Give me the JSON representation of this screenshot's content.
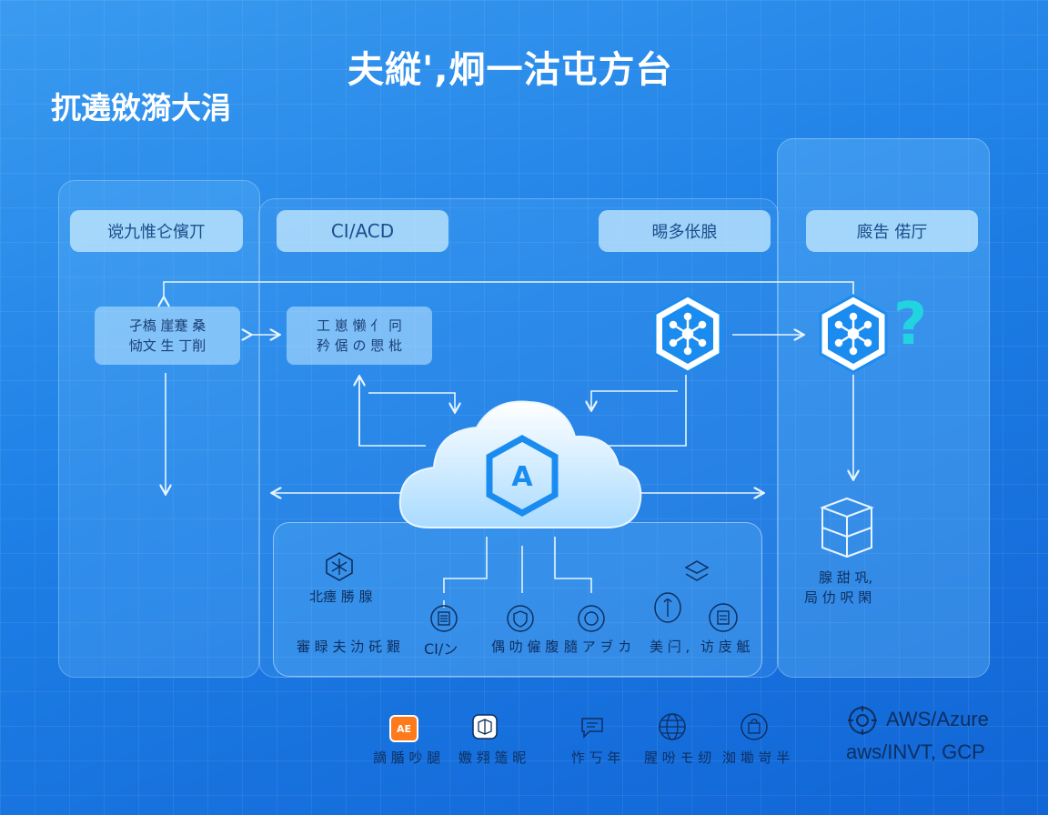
{
  "header": {
    "title": "夫縦',炯一沽屯方台",
    "subtitle": "扤遶敓漪大涓"
  },
  "columns": {
    "left_label": "谠九惟仑儐丌",
    "cicd_label": "CI/ACD",
    "mid_right_label": "晹多伥朖",
    "right_label": "廄吿 偌厅"
  },
  "boxes": {
    "left_box": [
      "孑槗 崖蹇 桑",
      "恸文 生 丁削"
    ],
    "cicd_box": [
      "工 崽 懒 亻 冋",
      "矜 倨 の 愳 枇"
    ]
  },
  "bottom_panel": {
    "top_left_label": "北瘗 勝 腺",
    "items": [
      {
        "icon": "document-icon",
        "label": "CI/ン"
      },
      {
        "icon": "shield-icon",
        "label": "偶 叻 僱 腹"
      },
      {
        "icon": "globe-icon",
        "label": "膸 ア ヺ カ"
      },
      {
        "icon": "lightbulb-icon",
        "label": "美 闩 ,"
      },
      {
        "icon": "server-icon",
        "label": "访 庋 觗"
      }
    ],
    "left_item_label": "審 睩 夫 氻 矺 艱"
  },
  "right_panel": {
    "storage_label": [
      "腺 甜 巩,",
      "局 仂 呎 閑"
    ],
    "question_mark": "?"
  },
  "cloud": {
    "badge": "A"
  },
  "footer": {
    "items": [
      {
        "icon": "ai-badge-icon",
        "badge": "AE",
        "label": "謫 腯 吵 腿"
      },
      {
        "icon": "box-icon",
        "label": "嫐 翙 簉 昵"
      },
      {
        "icon": "chat-icon",
        "label": "怍 丂 年"
      },
      {
        "icon": "globe-icon",
        "label": "腥 吩 モ 纫"
      },
      {
        "icon": "bag-icon",
        "label": "洳 墈 岢 半"
      }
    ],
    "clouds_line1": "AWS/Azure",
    "clouds_line2": "aws/INVT, GCP"
  },
  "colors": {
    "accent": "#1e7fe6",
    "icon_blue": "#1a8cf0",
    "panel": "#78c8ff",
    "question": "#22d3e0",
    "orange": "#ff7a1a"
  }
}
